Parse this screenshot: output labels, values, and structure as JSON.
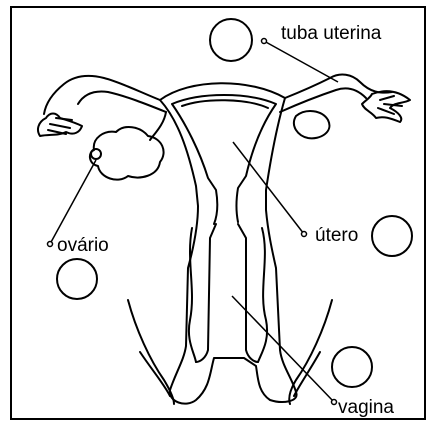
{
  "labels": {
    "tuba": "tuba uterina",
    "ovario": "ovário",
    "utero": "útero",
    "vagina": "vagina"
  },
  "colors": {
    "ink": "#000000",
    "paper": "#ffffff"
  }
}
